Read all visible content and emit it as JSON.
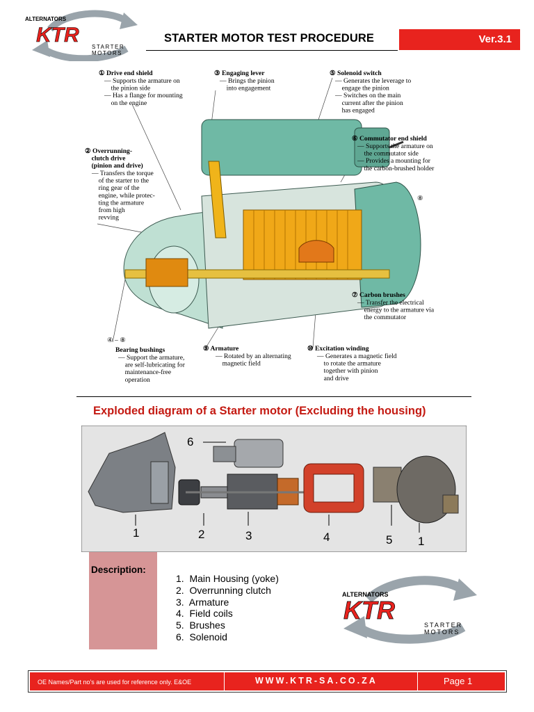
{
  "header": {
    "logo": {
      "alternators": "ALTERNATORS",
      "brand": "KTR",
      "line1": "STARTER",
      "line2": "MOTORS"
    },
    "title": "STARTER MOTOR TEST PROCEDURE",
    "version": "Ver.3.1"
  },
  "colors": {
    "accent_red": "#e8231e",
    "title_red": "#c41a12",
    "desc_pink": "#d69596",
    "housing_teal": "#6fb9a5",
    "part_orange": "#f0a818"
  },
  "cutaway": {
    "labels": {
      "l1": {
        "title": "① Drive end shield",
        "body": "— Supports the armature on\n    the pinion side\n— Has a flange for mounting\n    on the engine"
      },
      "l3": {
        "title": "③ Engaging lever",
        "body": "— Brings the pinion\n    into engagement"
      },
      "l5": {
        "title": "⑤ Solenoid switch",
        "body": "— Generates the leverage to\n    engage the pinion\n— Switches on the main\n    current after the pinion\n    has engaged"
      },
      "l2": {
        "title": "② Overrunning-\n    clutch drive\n    (pinion and drive)",
        "body": "— Transfers the torque\n    of the starter to the\n    ring gear of the\n    engine, while protec-\n    ting the armature\n    from high\n    revving"
      },
      "l6": {
        "title": "⑥ Commutator end shield",
        "body": "— Supports the armature on\n    the commutator side\n— Provides a mounting for\n    the carbon-brushed holder"
      },
      "l8": {
        "title": "⑧"
      },
      "l7": {
        "title": "⑦ Carbon brushes",
        "body": "— Transfer the electrical\n    energy to the armature via\n    the commutator"
      },
      "l4": {
        "title": "④ – ⑧",
        "sub": "Bearing bushings",
        "body": "— Support the armature,\n    are self-lubricating for\n    maintenance-free\n    operation"
      },
      "l9": {
        "title": "⑨ Armature",
        "body": "— Rotated by an alternating\n    magnetic field"
      },
      "l10": {
        "title": "⑩ Excitation winding",
        "body": "— Generates a magnetic field\n    to rotate the armature\n    together with pinion\n    and drive"
      }
    }
  },
  "exploded": {
    "title": "Exploded diagram of a Starter motor (Excluding the housing)",
    "labels": {
      "n6": "6",
      "n1a": "1",
      "n2": "2",
      "n3": "3",
      "n4": "4",
      "n5": "5",
      "n1b": "1"
    }
  },
  "description": {
    "title": "Description:",
    "items": [
      {
        "num": "1.",
        "text": "Main Housing (yoke)"
      },
      {
        "num": "2.",
        "text": "Overrunning clutch"
      },
      {
        "num": "3.",
        "text": "Armature"
      },
      {
        "num": "4.",
        "text": "Field coils"
      },
      {
        "num": "5.",
        "text": "Brushes"
      },
      {
        "num": "6.",
        "text": "Solenoid"
      }
    ]
  },
  "footer": {
    "note": "OE Names/Part no's are used for reference only. E&OE",
    "website": "WWW.KTR-SA.CO.ZA",
    "page": "Page 1"
  }
}
